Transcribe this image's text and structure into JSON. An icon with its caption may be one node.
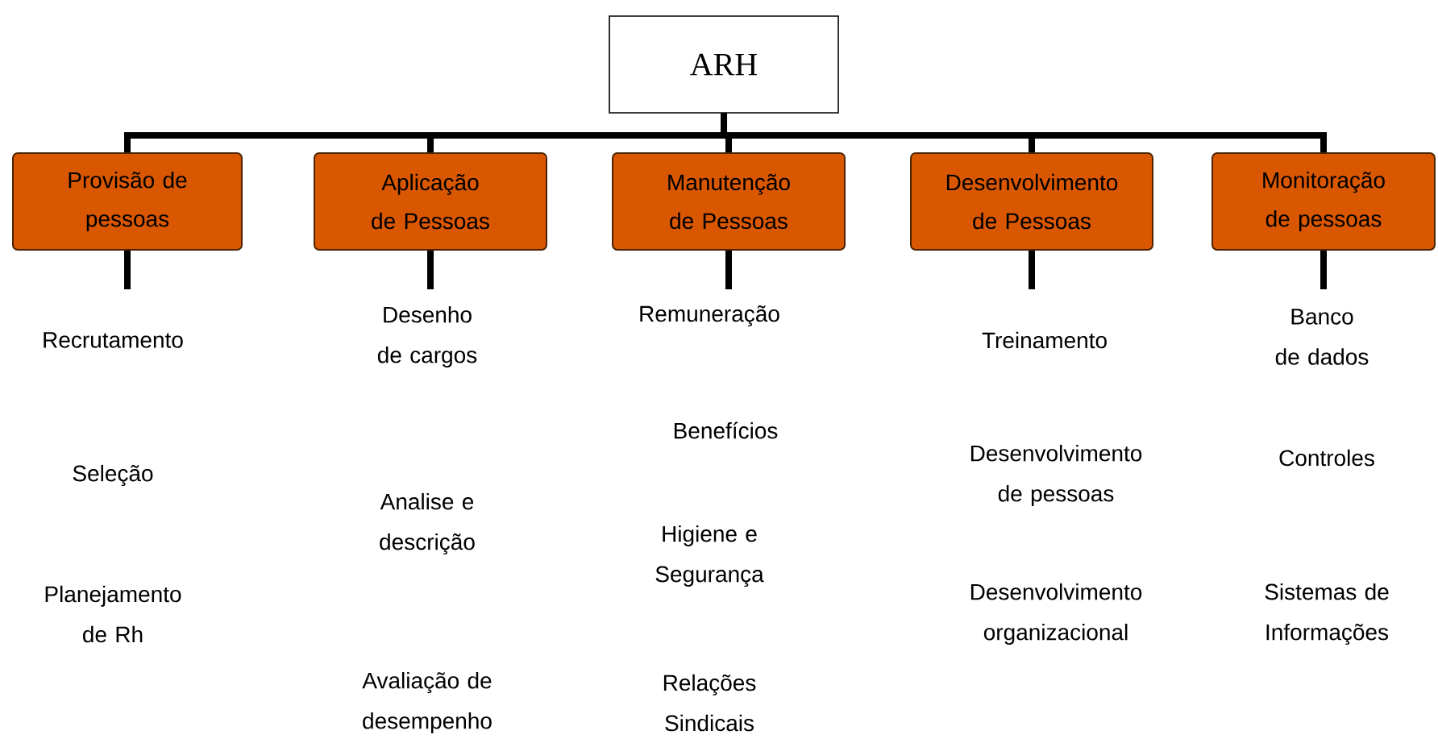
{
  "diagram": {
    "nodes": [
      {
        "text": [
          "ARH"
        ]
      },
      {
        "text": [
          "Provisão de pessoas"
        ]
      },
      {
        "text": [
          "Aplicação de Pessoas"
        ]
      },
      {
        "text": [
          "Manutenção de Pessoas"
        ]
      },
      {
        "text": [
          "Desenvolvimento de Pessoas"
        ]
      },
      {
        "text": [
          "Monitoração de pessoas"
        ]
      }
    ],
    "edges": [
      {
        "from": 0,
        "to": 1,
        "arrow": "none"
      },
      {
        "from": 0,
        "to": 2,
        "arrow": "none"
      },
      {
        "from": 0,
        "to": 3,
        "arrow": "none"
      },
      {
        "from": 0,
        "to": 4,
        "arrow": "none"
      },
      {
        "from": 0,
        "to": 5,
        "arrow": "none"
      },
      {
        "from": 1,
        "to": null,
        "arrow": "none"
      },
      {
        "from": 2,
        "to": null,
        "arrow": "none"
      },
      {
        "from": 3,
        "to": null,
        "arrow": "none"
      },
      {
        "from": 4,
        "to": null,
        "arrow": "none"
      },
      {
        "from": 5,
        "to": null,
        "arrow": "none"
      }
    ],
    "labels": [
      "Recrutamento",
      "Seleção",
      "Planejamento de Rh",
      "Desenho de cargos",
      "Analise e descrição",
      "Avaliação de desempenho",
      "Remuneração",
      "Benefícios",
      "Higiene e Segurança",
      "Relações Sindicais",
      "Treinamento",
      "Desenvolvimento de pessoas",
      "Desenvolvimento organizacional",
      "Banco de dados",
      "Controles",
      "Sistemas de Informações"
    ]
  }
}
